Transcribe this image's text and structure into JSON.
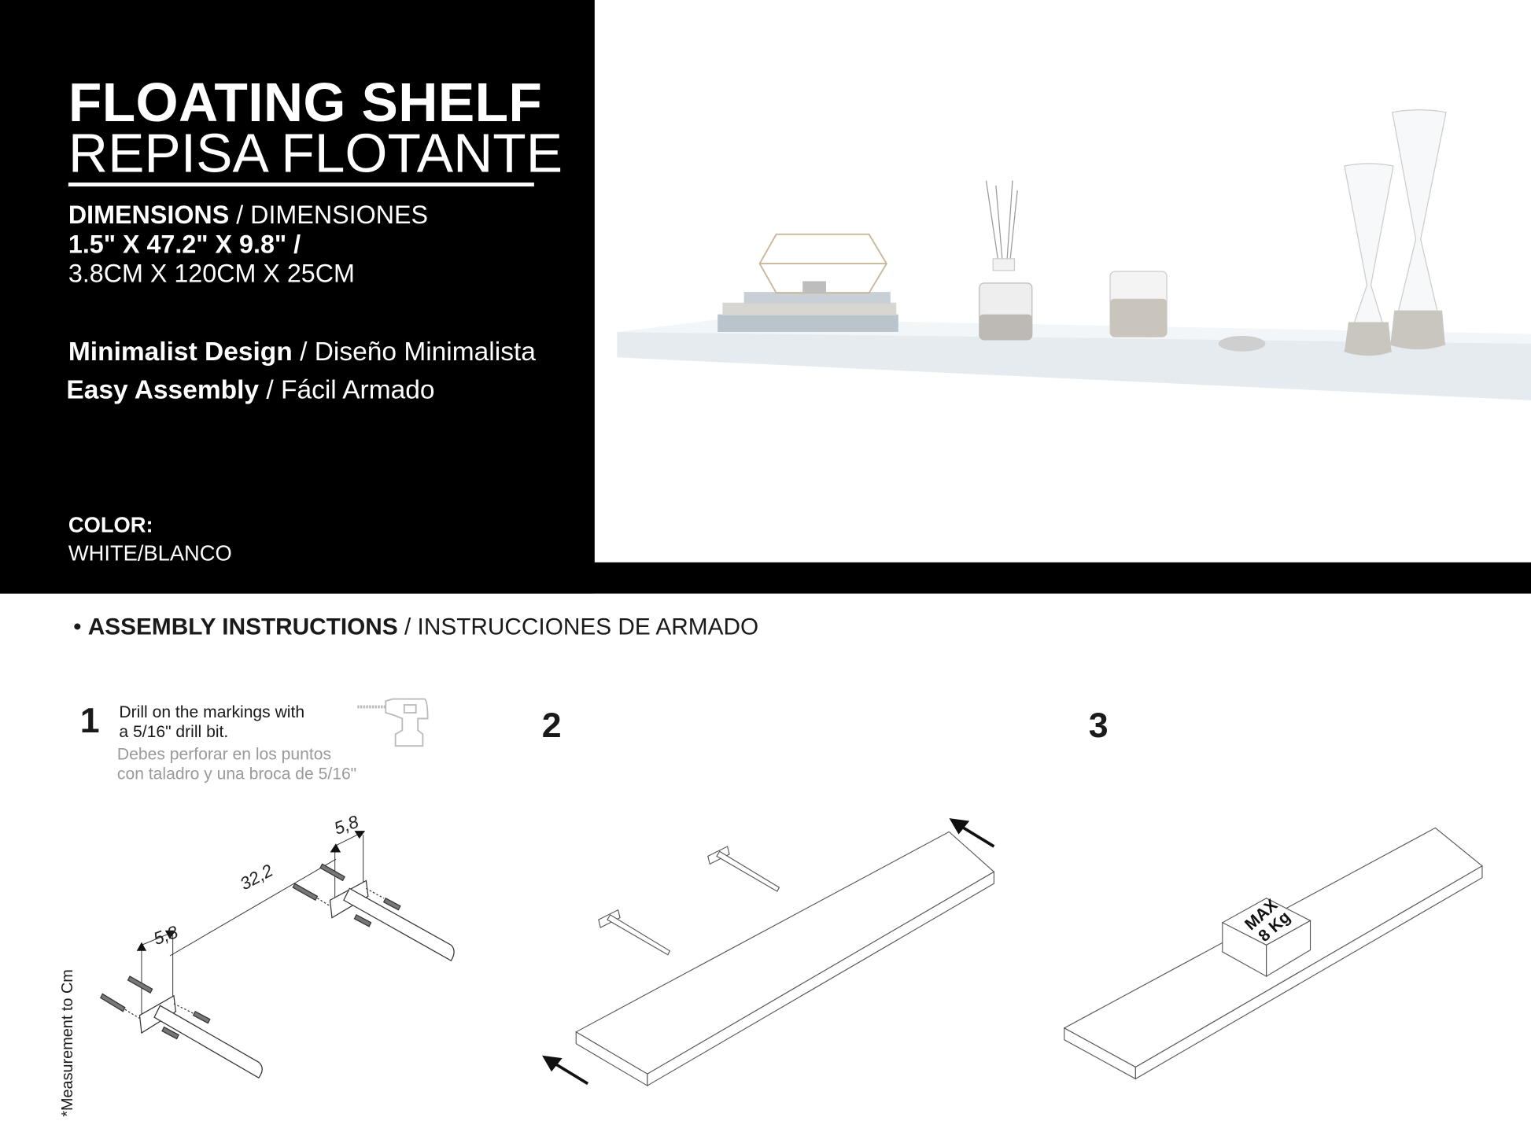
{
  "header": {
    "title_en": "FLOATING SHELF",
    "title_es": "REPISA FLOTANTE",
    "dimensions_label_en": "DIMENSIONS",
    "separator": " / ",
    "dimensions_label_es": "DIMENSIONES",
    "dimensions_in": "1.5\" X 47.2\" X 9.8\" /",
    "dimensions_cm": "3.8CM X 120CM X 25CM",
    "feature_1_en": "Minimalist Design",
    "feature_1_es": "Diseño Minimalista",
    "feature_2_en": "Easy Assembly",
    "feature_2_es": "Fácil Armado",
    "color_label": "COLOR:",
    "color_value": "WHITE/BLANCO"
  },
  "assembly": {
    "bullet": "•",
    "heading_en": "ASSEMBLY INSTRUCTIONS",
    "heading_es": "INSTRUCCIONES DE ARMADO",
    "measurement_note": "*Measurement to Cm",
    "steps": [
      {
        "number": "1",
        "text_en_1": "Drill on the markings with",
        "text_en_2": "a 5/16\" drill bit.",
        "text_es_1": "Debes perforar en los puntos",
        "text_es_2": "con taladro y una broca de 5/16\"",
        "icon": "drill-icon",
        "dim_left": "5,8",
        "dim_middle": "32,2",
        "dim_right": "5,8"
      },
      {
        "number": "2"
      },
      {
        "number": "3",
        "weight_label_1": "MAX",
        "weight_label_2": "8 Kg"
      }
    ]
  },
  "colors": {
    "panel": "#000000",
    "text_light": "#ffffff",
    "text_dark": "#1a1a1a",
    "text_grey": "#9a9a9a"
  }
}
